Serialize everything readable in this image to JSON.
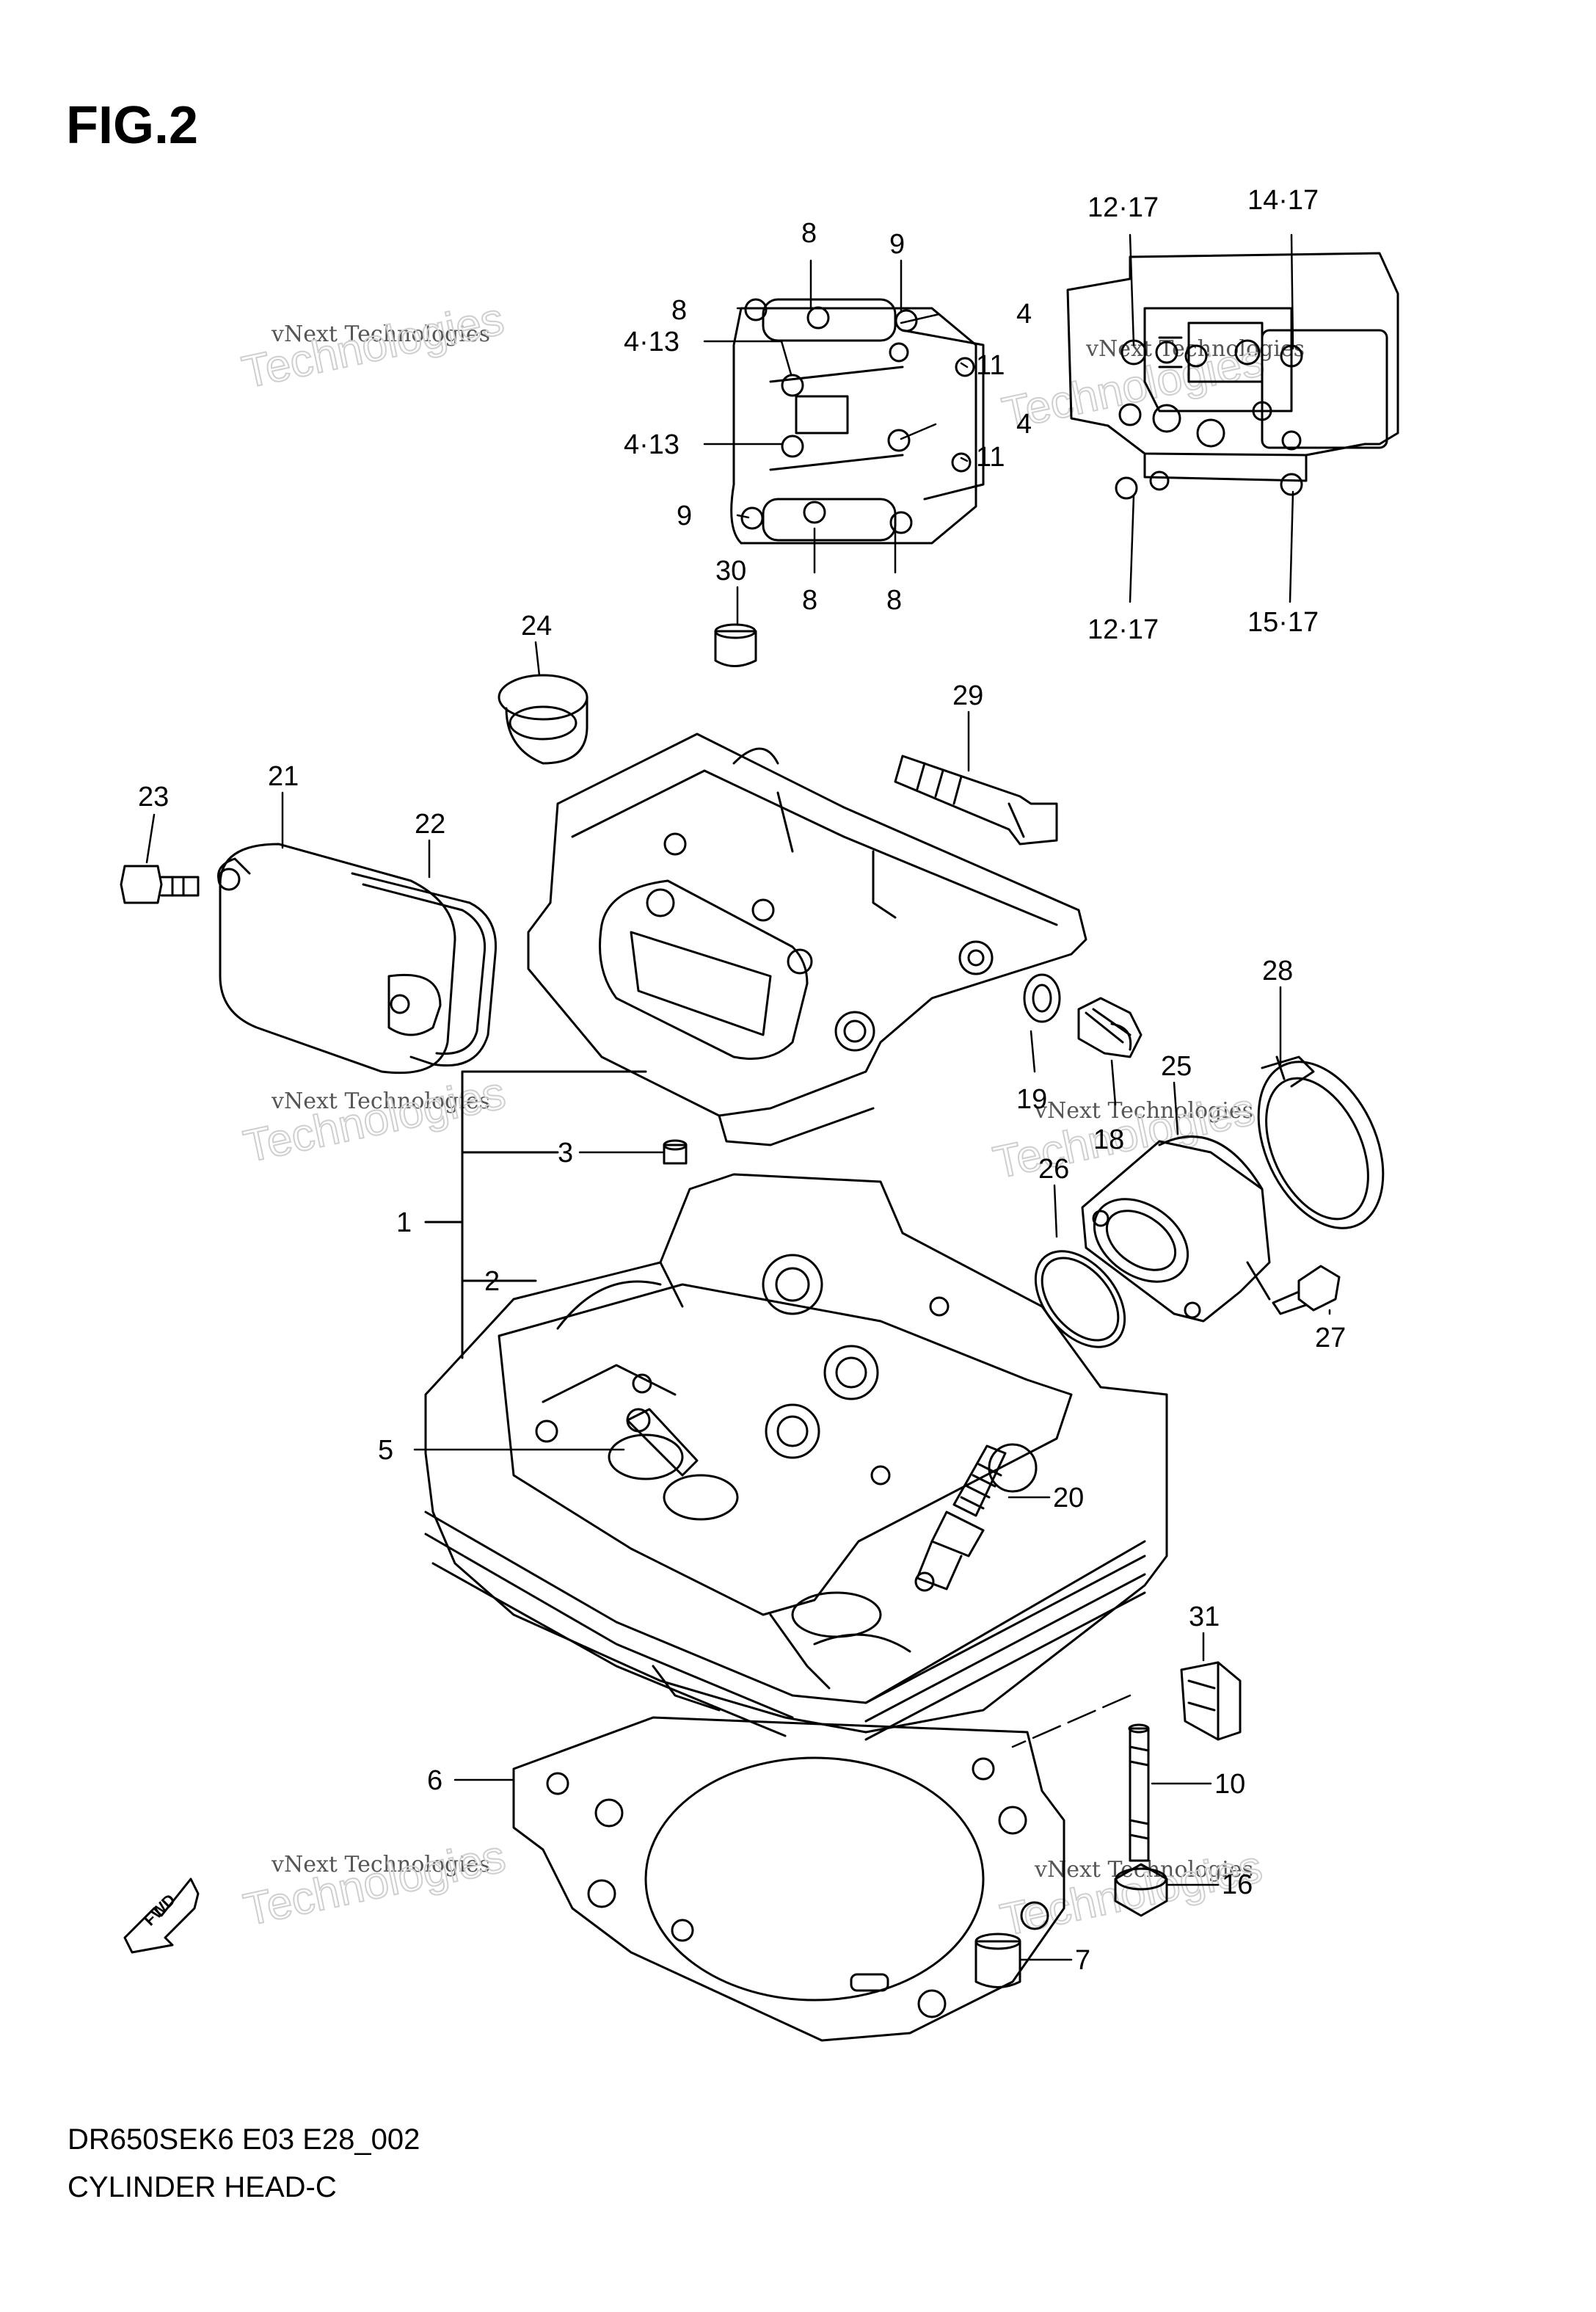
{
  "figure_label": "FIG.2",
  "footer": {
    "code": "DR650SEK6 E03 E28_002",
    "title": "CYLINDER HEAD-C"
  },
  "watermark": {
    "line1": "vNext Technologies",
    "line2": "Technologies"
  },
  "fwd_label": "FWD",
  "callouts": [
    {
      "id": "c8a",
      "text": "8"
    },
    {
      "id": "c9a",
      "text": "9"
    },
    {
      "id": "c8b",
      "text": "8"
    },
    {
      "id": "c4a",
      "text": "4"
    },
    {
      "id": "c11a",
      "text": "11"
    },
    {
      "id": "c413a",
      "text": "4·13"
    },
    {
      "id": "c413b",
      "text": "4·13"
    },
    {
      "id": "c4b",
      "text": "4"
    },
    {
      "id": "c11b",
      "text": "11"
    },
    {
      "id": "c9b",
      "text": "9"
    },
    {
      "id": "c8c",
      "text": "8"
    },
    {
      "id": "c8d",
      "text": "8"
    },
    {
      "id": "c1217a",
      "text": "12·17"
    },
    {
      "id": "c1417",
      "text": "14·17"
    },
    {
      "id": "c1217b",
      "text": "12·17"
    },
    {
      "id": "c1517",
      "text": "15·17"
    },
    {
      "id": "c30",
      "text": "30"
    },
    {
      "id": "c24",
      "text": "24"
    },
    {
      "id": "c29",
      "text": "29"
    },
    {
      "id": "c23",
      "text": "23"
    },
    {
      "id": "c21",
      "text": "21"
    },
    {
      "id": "c22",
      "text": "22"
    },
    {
      "id": "c28",
      "text": "28"
    },
    {
      "id": "c19",
      "text": "19"
    },
    {
      "id": "c25",
      "text": "25"
    },
    {
      "id": "c18",
      "text": "18"
    },
    {
      "id": "c3",
      "text": "3"
    },
    {
      "id": "c26",
      "text": "26"
    },
    {
      "id": "c1",
      "text": "1"
    },
    {
      "id": "c2",
      "text": "2"
    },
    {
      "id": "c27",
      "text": "27"
    },
    {
      "id": "c5",
      "text": "5"
    },
    {
      "id": "c20",
      "text": "20"
    },
    {
      "id": "c31",
      "text": "31"
    },
    {
      "id": "c6",
      "text": "6"
    },
    {
      "id": "c10",
      "text": "10"
    },
    {
      "id": "c16",
      "text": "16"
    },
    {
      "id": "c7",
      "text": "7"
    }
  ]
}
